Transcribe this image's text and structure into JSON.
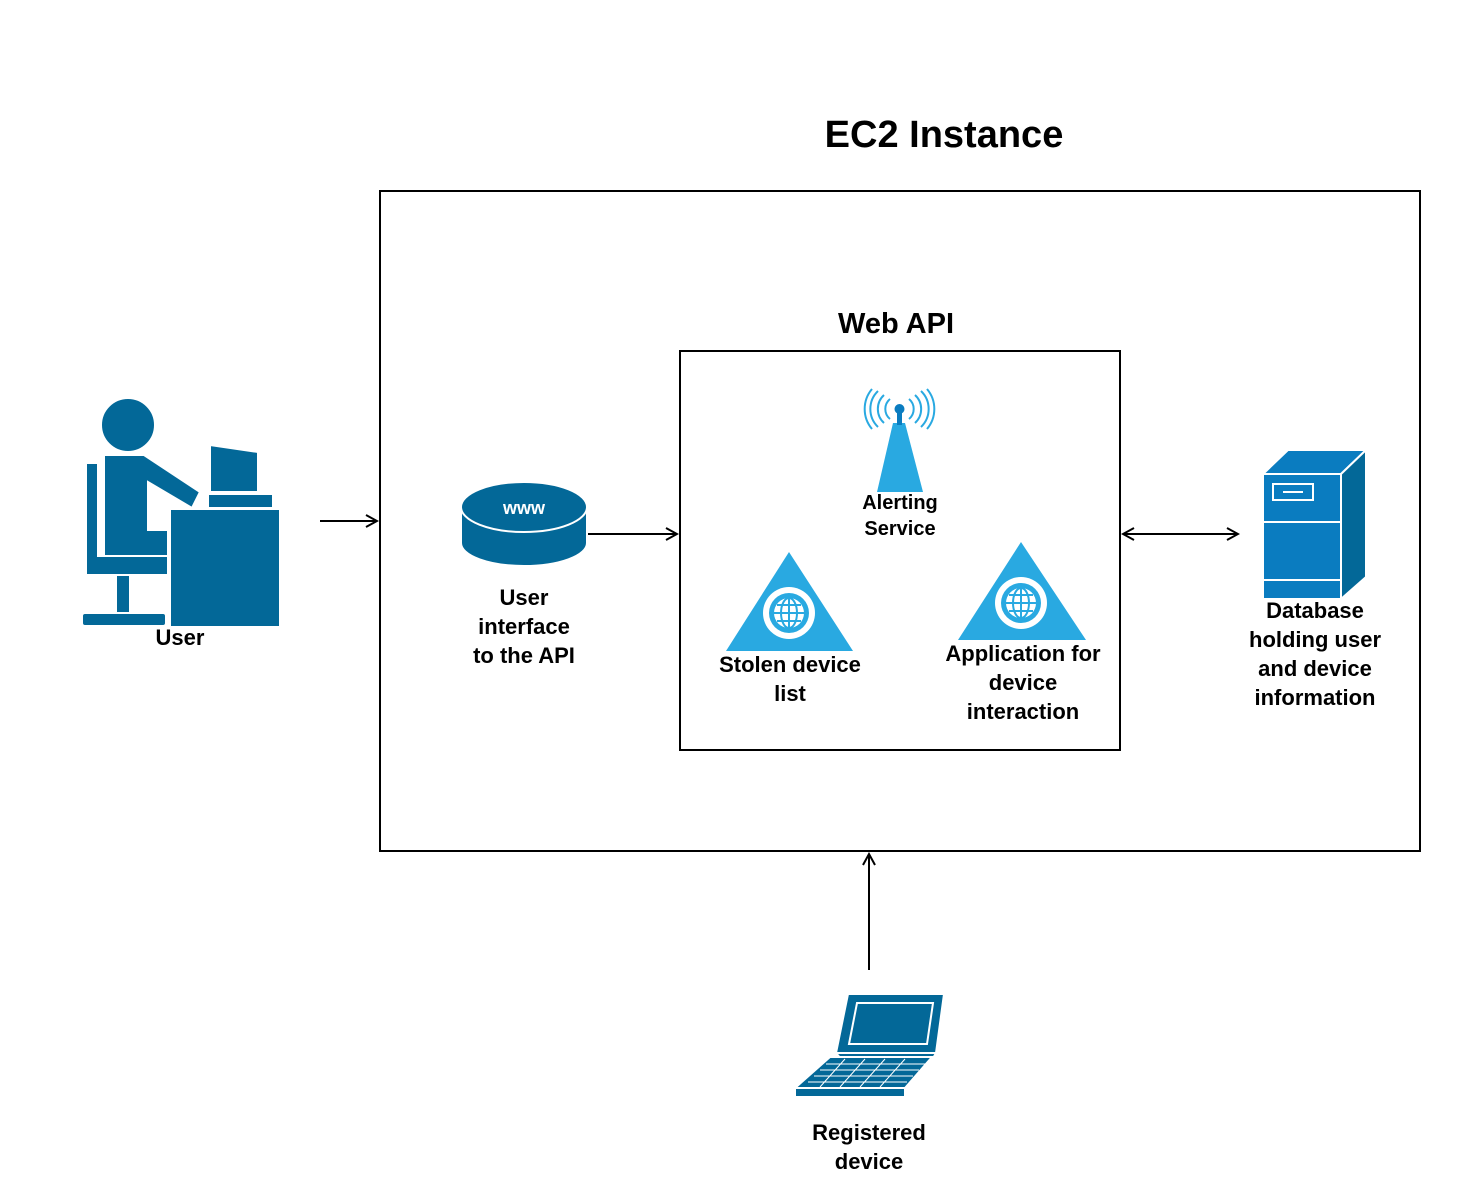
{
  "colors": {
    "dark_blue": "#036898",
    "mid_blue": "#0a7cc0",
    "light_blue": "#29a9e1",
    "line": "#000000"
  },
  "titles": {
    "ec2": "EC2 Instance",
    "web_api": "Web API"
  },
  "nodes": {
    "user": {
      "label": "User",
      "icon": "user-at-computer-icon"
    },
    "web_ui": {
      "label_lines": [
        "User",
        "interface",
        "to the API"
      ],
      "icon": "www-icon"
    },
    "alerting": {
      "label_lines": [
        "Alerting",
        "Service"
      ],
      "icon": "antenna-icon"
    },
    "stolen_list": {
      "label_lines": [
        "Stolen device",
        "list"
      ],
      "icon": "globe-triangle-icon"
    },
    "app": {
      "label_lines": [
        "Application for",
        "device",
        "interaction"
      ],
      "icon": "globe-triangle-icon"
    },
    "database": {
      "label_lines": [
        "Database",
        "holding user",
        "and device",
        "information"
      ],
      "icon": "server-tower-icon"
    },
    "device": {
      "label_lines": [
        "Registered",
        "device"
      ],
      "icon": "laptop-icon"
    }
  },
  "edges": [
    {
      "from": "user",
      "to": "ec2-instance",
      "direction": "forward"
    },
    {
      "from": "web_ui",
      "to": "web-api",
      "direction": "forward"
    },
    {
      "from": "web-api",
      "to": "database",
      "direction": "both"
    },
    {
      "from": "device",
      "to": "ec2-instance",
      "direction": "forward"
    }
  ]
}
